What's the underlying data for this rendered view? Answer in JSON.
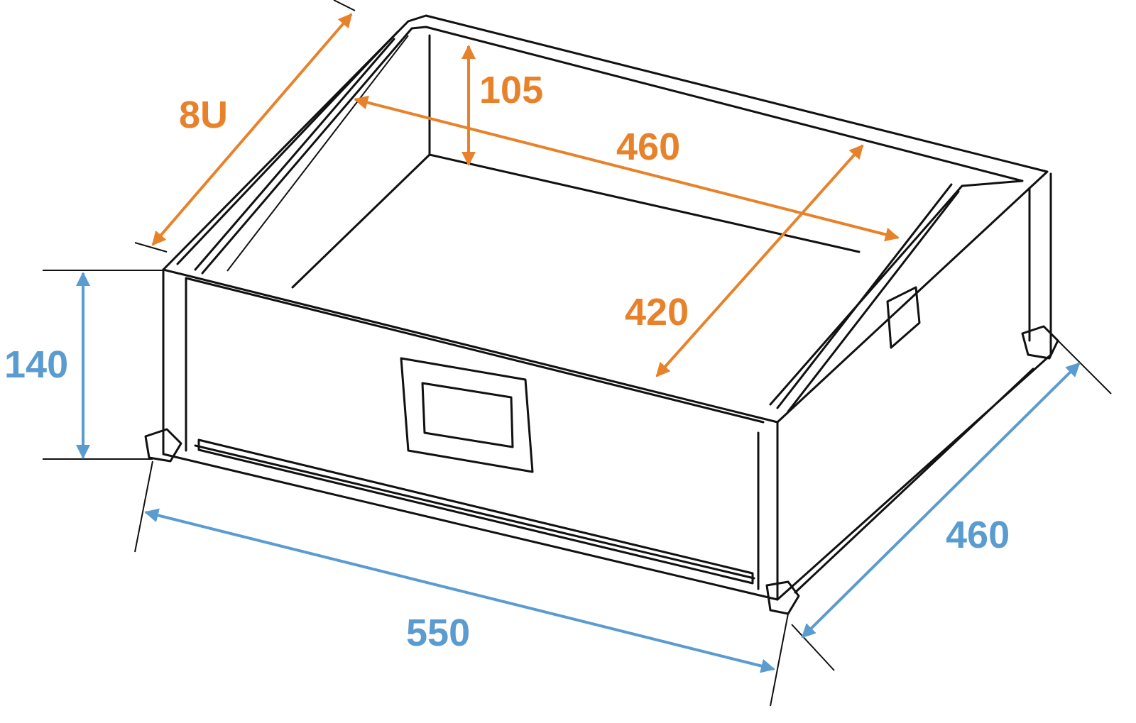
{
  "colors": {
    "orange": "#E8822A",
    "blue": "#5A9BD0",
    "line": "#111111"
  },
  "dimensions": {
    "rack_units": "8U",
    "inner_depth_top": "105",
    "inner_width": "460",
    "inner_depth": "420",
    "height": "140",
    "outer_width": "550",
    "outer_depth": "460"
  }
}
